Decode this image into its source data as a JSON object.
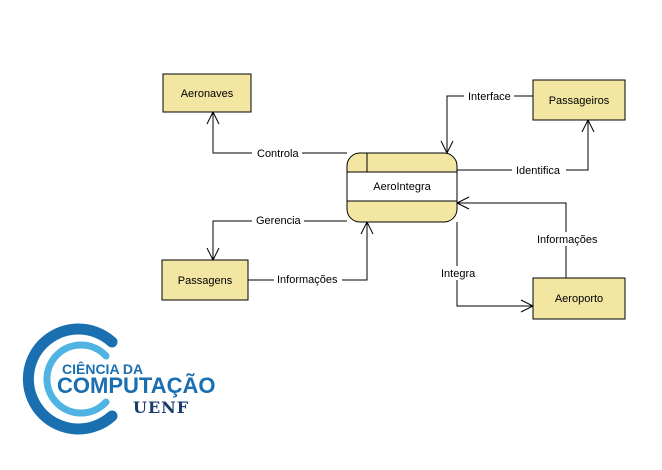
{
  "diagram": {
    "process": {
      "name": "AeroIntegra"
    },
    "entities": {
      "aeronaves": "Aeronaves",
      "passageiros": "Passageiros",
      "passagens": "Passagens",
      "aeroporto": "Aeroporto"
    },
    "flows": {
      "controla": "Controla",
      "interface": "Interface",
      "identifica": "Identifica",
      "gerencia": "Gerencia",
      "informacoes_passagens": "Informações",
      "integra": "Integra",
      "informacoes_aeroporto": "Informações"
    }
  },
  "logo": {
    "line1": "CIÊNCIA DA",
    "line2": "COMPUTAÇÃO",
    "line3": "UENF",
    "colors": {
      "outer_ring": "#1a6fb0",
      "inner_ring": "#4fb3e3",
      "text": "#1a6fb0",
      "uenf": "#1a3c6e"
    }
  }
}
